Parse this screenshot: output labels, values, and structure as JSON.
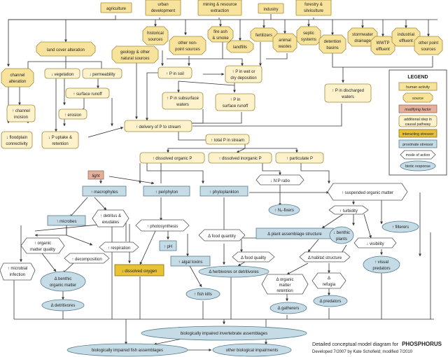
{
  "diagram": {
    "title_line": "Detailed conceptual model diagram for",
    "title_bold": "PHOSPHORUS",
    "subtitle": "Developed 7/2007 by Kate Schofield; modified 7/2010"
  },
  "nodes": {
    "agriculture": "agriculture",
    "urban1": "urban",
    "urban2": "development",
    "mining1": "mining & resource",
    "mining2": "extraction",
    "industry": "industry",
    "forestry1": "forestry &",
    "forestry2": "silviculture",
    "hist1": "historical",
    "hist2": "sources",
    "onp1": "other non-",
    "onp2": "point sources",
    "fire1": "fire ash",
    "fire2": "& smoke",
    "landfills": "landfills",
    "fertilizers": "fertilizers",
    "animal1": "animal",
    "animal2": "wastes",
    "septic1": "septic",
    "septic2": "systems",
    "det1": "detention",
    "det2": "basins",
    "storm1": "stormwater",
    "storm2": "drainage",
    "wwtp1": "WWTP",
    "wwtp2": "effluent",
    "indeff1": "industrial",
    "indeff2": "effluent",
    "ops1": "other point",
    "ops2": "sources",
    "landcover": "land cover alteration",
    "geo1": "geology & other",
    "geo2": "natural sources",
    "chan1": "channel",
    "chan2": "alteration",
    "veg": "↓ vegetation",
    "perm": "↓ permeability",
    "psoil": "↑ P in soil",
    "pwet1": "↑ P in wet or",
    "pwet2": "dry deposition",
    "runoff": "↑ surface runoff",
    "psub1": "↑ P in subsurface",
    "psub2": "waters",
    "psurf1": "↑ P in",
    "psurf2": "surface runoff",
    "pdis1": "↑ P in discharged",
    "pdis2": "waters",
    "incis1": "↑ channel",
    "incis2": "incision",
    "erosion": "↑ erosion",
    "flood1": "↓ floodplain",
    "flood2": "connectivity",
    "uptake1": "↓ P uptake &",
    "uptake2": "retention",
    "delivery": "↑ delivery of P to stream",
    "totalp": "↑ total P in stream",
    "dop": "↑ dissolved organic P",
    "dip": "↑ dissolved inorganic P",
    "pp": "↑ particulate P",
    "light": "light",
    "np": "↓ N:P ratio",
    "macro": "↑ macrophytes",
    "peri": "↑ periphyton",
    "phyto": "↑ phytoplankton",
    "som": "↑ suspended organic matter",
    "microbes": "↑ microbes",
    "detr1": "↑ detritus &",
    "detr2": "exudates",
    "photo": "↑ photosynthesis",
    "nfix": "↑ N₂-fixers",
    "turb": "↑ turbidity",
    "omq1": "↑ organic",
    "omq2": "matter quality",
    "decomp": "↑ decomposition",
    "resp": "↑ respiration",
    "ph": "↑ pH",
    "foodquant": "Δ food quantity",
    "pas": "Δ plant assemblage structure",
    "bplants1": "↓ benthic",
    "bplants2": "plants",
    "filterers": "↑ filterers",
    "visib": "↓ visibility",
    "mi1": "↑ microbial",
    "mi2": "infection",
    "bom1": "Δ benthic",
    "bom2": "organic matter",
    "do": "↓ dissolved oxygen",
    "algal": "↑ algal toxins",
    "foodqual": "Δ food quality",
    "habitat": "Δ habitat structure",
    "vp1": "↑ visual",
    "vp2": "predators",
    "herb": "Δ herbivores or detritivores",
    "omr1": "Δ organic",
    "omr2": "matter",
    "omr3": "retention",
    "refugia1": "Δ",
    "refugia2": "refugia",
    "detritivores": "Δ detritivores",
    "fishkills": "↑ fish kills",
    "gatherers": "Δ gatherers",
    "predators": "Δ predators",
    "bii": "biologically impaired invertebrate assemblages",
    "bif": "biologically impaired fish assemblages",
    "obi": "other biological impairments"
  },
  "legend": {
    "title": "LEGEND",
    "human": "human activity",
    "source": "source",
    "modifying": "modifying factor",
    "add1": "additional step in",
    "add2": "causal pathway",
    "interacting": "interacting stressor",
    "proximate": "proximate stressor",
    "moa": "mode of action",
    "bio": "biotic response"
  },
  "colors": {
    "source_fill": "#f8e39c",
    "additional_fill": "#fdf2cc",
    "modifying_fill": "#e4b09a",
    "interacting_fill": "#e7c233",
    "proximate_fill": "#c5dbe5",
    "biotic_fill": "#c5dbe5"
  }
}
